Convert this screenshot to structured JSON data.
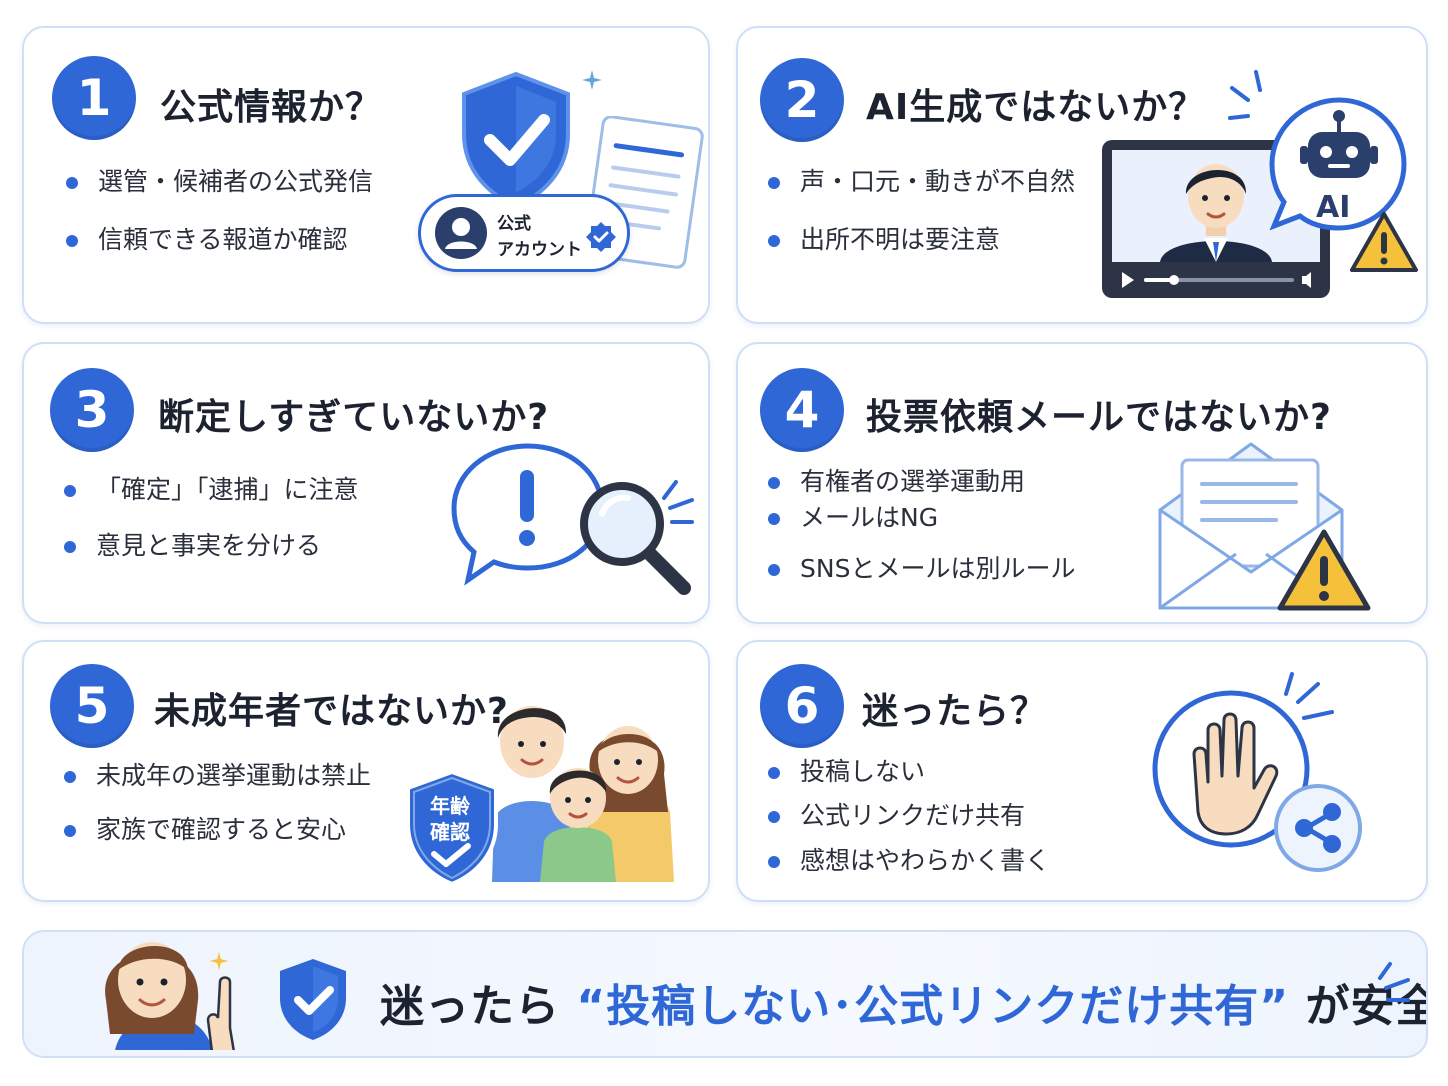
{
  "cards": [
    {
      "number": "1",
      "title": "公式情報か？",
      "bullets": [
        "選管・候補者の公式発信",
        "信頼できる報道か確認"
      ],
      "badge_text_line1": "公式",
      "badge_text_line2": "アカウント"
    },
    {
      "number": "2",
      "title": "AI生成ではないか？",
      "bullets": [
        "声・口元・動きが不自然",
        "出所不明は要注意"
      ],
      "ai_label": "AI"
    },
    {
      "number": "3",
      "title": "断定しすぎていないか?",
      "bullets": [
        "「確定」「逮捕」に注意",
        "意見と事実を分ける"
      ]
    },
    {
      "number": "4",
      "title": "投票依頼メールではないか?",
      "bullets": [
        "有権者の選挙運動用",
        "メールはNG",
        "SNSとメールは別ルール"
      ]
    },
    {
      "number": "5",
      "title": "未成年者ではないか?",
      "bullets": [
        "未成年の選挙運動は禁止",
        "家族で確認すると安心"
      ],
      "shield_line1": "年齢",
      "shield_line2": "確認"
    },
    {
      "number": "6",
      "title": "迷ったら？",
      "bullets": [
        "投稿しない",
        "公式リンクだけ共有",
        "感想はやわらかく書く"
      ]
    }
  ],
  "banner": {
    "prefix": "迷ったら",
    "highlight": "“投稿しない･公式リンクだけ共有”",
    "suffix": "が安全"
  },
  "colors": {
    "accent": "#2f67d6",
    "border": "#cfe0f6",
    "warning": "#f5c13b",
    "text": "#1c2230"
  },
  "icons": [
    "shield-check-icon",
    "document-icon",
    "verified-badge-icon",
    "robot-icon",
    "warning-icon",
    "video-player-icon",
    "speech-bubble-exclamation-icon",
    "magnifier-icon",
    "envelope-icon",
    "family-icon",
    "hand-stop-icon",
    "share-icon",
    "pointing-woman-icon"
  ]
}
